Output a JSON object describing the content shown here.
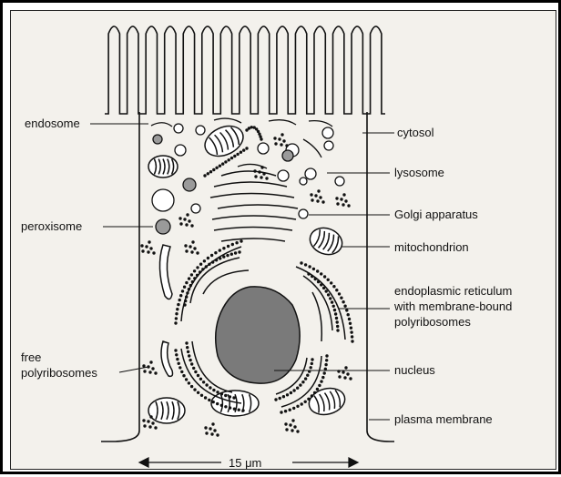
{
  "labels": {
    "endosome": "endosome",
    "peroxisome": "peroxisome",
    "free_polyribosomes_1": "free",
    "free_polyribosomes_2": "polyribosomes",
    "cytosol": "cytosol",
    "lysosome": "lysosome",
    "golgi": "Golgi apparatus",
    "mitochondrion": "mitochondrion",
    "er_1": "endoplasmic reticulum",
    "er_2": "with membrane-bound",
    "er_3": "polyribosomes",
    "nucleus": "nucleus",
    "plasma_membrane": "plasma membrane"
  },
  "scale_bar": {
    "label": "15 μm"
  },
  "colors": {
    "ink": "#111111",
    "nucleus": "#777777",
    "paper": "#f3f1ec"
  }
}
